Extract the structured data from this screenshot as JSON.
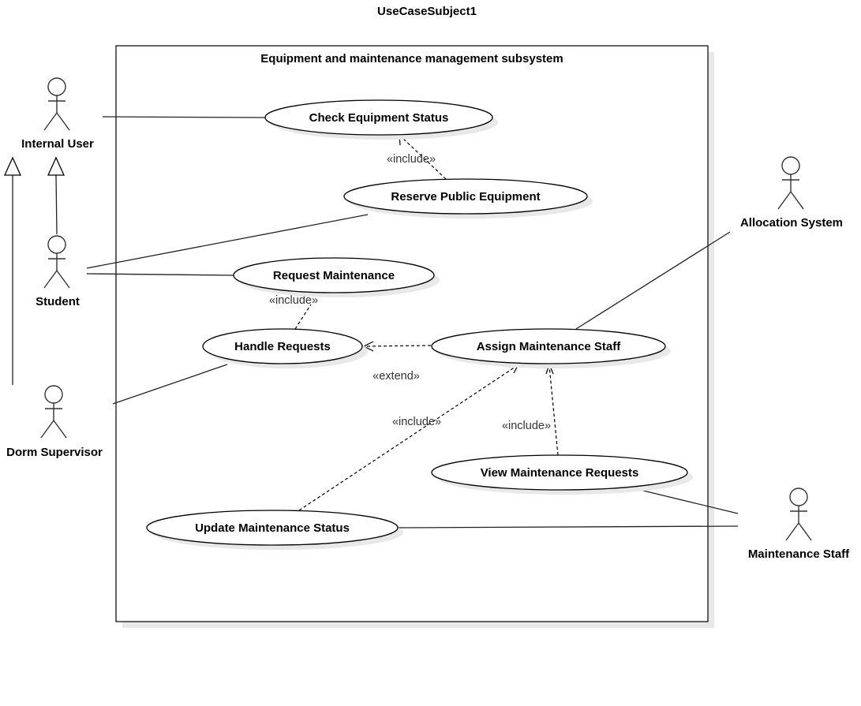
{
  "diagram": {
    "title": "UseCaseSubject1",
    "subsystem": "Equipment and maintenance management subsystem",
    "actors": {
      "internal_user": "Internal User",
      "student": "Student",
      "dorm_supervisor": "Dorm Supervisor",
      "allocation_system": "Allocation System",
      "maintenance_staff": "Maintenance Staff"
    },
    "use_cases": {
      "check_equipment_status": "Check Equipment Status",
      "reserve_public_equipment": "Reserve Public Equipment",
      "request_maintenance": "Request Maintenance",
      "handle_requests": "Handle Requests",
      "assign_maintenance_staff": "Assign Maintenance Staff",
      "view_maintenance_requests": "View Maintenance Requests",
      "update_maintenance_status": "Update Maintenance Status"
    },
    "stereotypes": {
      "include_reserve_check": "«include»",
      "include_request_handle": "«include»",
      "extend_assign_handle": "«extend»",
      "include_update_assign": "«include»",
      "include_view_assign": "«include»"
    }
  }
}
